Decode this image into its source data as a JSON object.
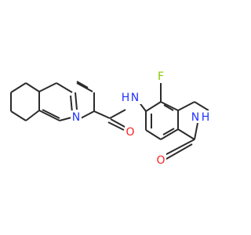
{
  "atom_labels": {
    "amide_nitrogen_ring": "N",
    "amide_nh": "N",
    "amide_h": "H",
    "carbonyl_oxygen": "O",
    "fluorine": "F",
    "lactam_nh": "N",
    "lactam_h": "H",
    "lactam_oxygen": "O"
  },
  "colors": {
    "bond": "#2b2b2b",
    "nitrogen": "#2233ff",
    "oxygen": "#ff2020",
    "fluorine": "#88c800"
  }
}
